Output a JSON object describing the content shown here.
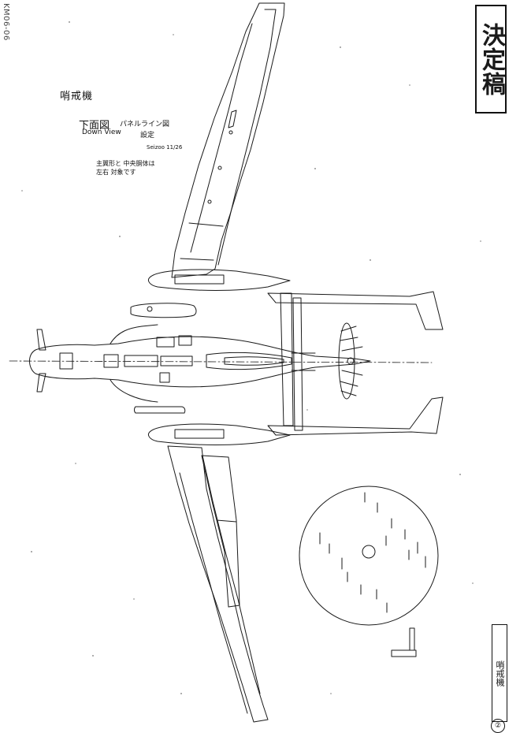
{
  "sheet": {
    "page_id": "KM06-06",
    "stamp": "決定稿",
    "footer_label": "哨戒機",
    "sheet_number": "②"
  },
  "notes": {
    "title": "哨戒機",
    "view": "下面図",
    "panel_line": "パネルライン図",
    "down_view": "Down View",
    "setting": "設定",
    "signature": "Seizoo 11/26",
    "memo_line1": "主翼形と 中央胴体は",
    "memo_line2": "左右 対象です"
  },
  "colors": {
    "ink": "#111111",
    "paper": "#ffffff"
  }
}
